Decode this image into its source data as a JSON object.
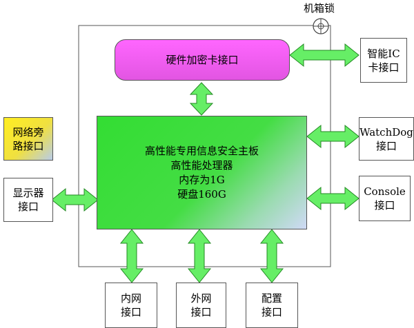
{
  "chassis_lock_label": "机箱锁",
  "crypto_interface": "硬件加密卡接口",
  "smart_ic": {
    "line1": "智能IC",
    "line2": "卡接口"
  },
  "watchdog": {
    "line1": "WatchDog",
    "line2": "接口"
  },
  "console": {
    "line1": "Console",
    "line2": "接口"
  },
  "net_bypass": {
    "line1": "网络旁",
    "line2": "路接口"
  },
  "display": {
    "line1": "显示器",
    "line2": "接口"
  },
  "mainboard": {
    "line1": "高性能专用信息安全主板",
    "line2": "高性能处理器",
    "line3": "内存为1G",
    "line4": "硬盘160G"
  },
  "inner_net": {
    "line1": "内网",
    "line2": "接口"
  },
  "outer_net": {
    "line1": "外网",
    "line2": "接口"
  },
  "config": {
    "line1": "配置",
    "line2": "接口"
  },
  "colors": {
    "arrow_fill": "#66ee66",
    "arrow_stroke": "#228822",
    "crypto_fill": "#ff66ff",
    "mainboard_fill": "#33dd33",
    "bypass_fill": "#ffee22"
  }
}
